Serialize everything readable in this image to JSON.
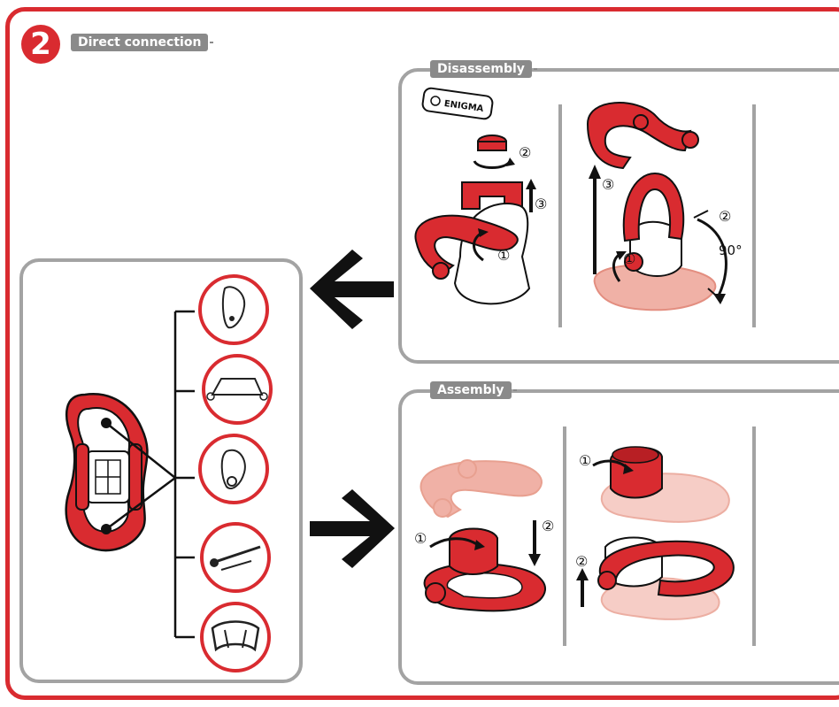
{
  "step": {
    "number": "2",
    "title": "Direct connection"
  },
  "disassembly": {
    "label": "Disassembly",
    "cap_text": "ENIGMA",
    "markers": [
      "①",
      "②",
      "③",
      "③",
      "①",
      "②"
    ],
    "angle": "90°"
  },
  "assembly": {
    "label": "Assembly",
    "markers": [
      "①",
      "②",
      "①",
      "②"
    ]
  },
  "connected_items": [
    "carabiner-icon",
    "pulley-icon",
    "descender-icon",
    "lanyard-icon",
    "harness-icon"
  ],
  "colors": {
    "accent": "#d92b30",
    "frame_gray": "#a3a3a3",
    "tag_gray": "#8a8a8a",
    "faded_red": "#f0b1a6"
  }
}
